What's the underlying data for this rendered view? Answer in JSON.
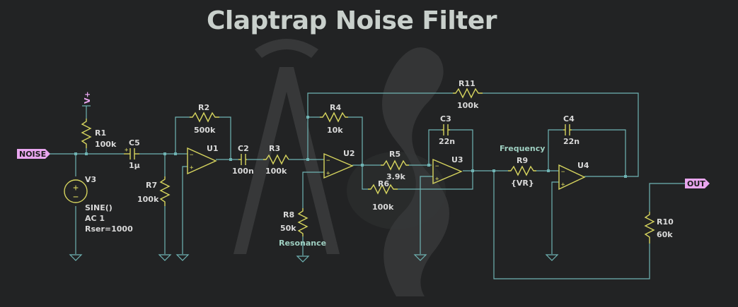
{
  "title": "Claptrap Noise Filter",
  "net_labels": {
    "noise": "NOISE",
    "out": "OUT",
    "supply": "V+"
  },
  "directives": {
    "frequency": "Frequency",
    "resonance": "Resonance"
  },
  "components": {
    "r1": {
      "ref": "R1",
      "value": "100k"
    },
    "r2": {
      "ref": "R2",
      "value": "500k"
    },
    "r3": {
      "ref": "R3",
      "value": "100k"
    },
    "r4": {
      "ref": "R4",
      "value": "10k"
    },
    "r5": {
      "ref": "R5",
      "value": "3.9k"
    },
    "r6": {
      "ref": "R6",
      "value": "100k"
    },
    "r7": {
      "ref": "R7",
      "value": "100k"
    },
    "r8": {
      "ref": "R8",
      "value": "50k"
    },
    "r9": {
      "ref": "R9",
      "value": "{VR}"
    },
    "r10": {
      "ref": "R10",
      "value": "60k"
    },
    "r11": {
      "ref": "R11",
      "value": "100k"
    },
    "c2": {
      "ref": "C2",
      "value": "100n"
    },
    "c3": {
      "ref": "C3",
      "value": "22n"
    },
    "c4": {
      "ref": "C4",
      "value": "22n"
    },
    "c5": {
      "ref": "C5",
      "value": "1µ"
    },
    "u1": {
      "ref": "U1"
    },
    "u2": {
      "ref": "U2"
    },
    "u3": {
      "ref": "U3"
    },
    "u4": {
      "ref": "U4"
    },
    "v3": {
      "ref": "V3",
      "spec": [
        "SINE()",
        "AC 1",
        "Rser=1000"
      ]
    }
  },
  "colors": {
    "background": "#222324",
    "wire": "#6fb3b3",
    "component": "#d6d45e",
    "net_flag": "#e9a6ef",
    "text": "#d9d9d9",
    "title": "#c9d0cc"
  }
}
